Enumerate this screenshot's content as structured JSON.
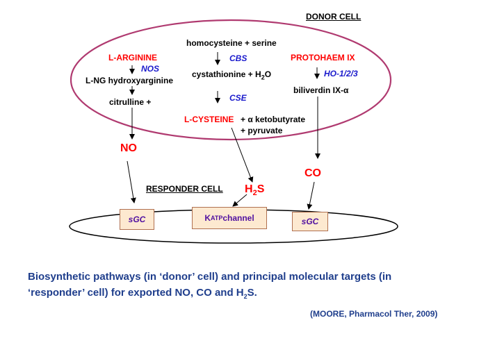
{
  "donor": {
    "title": "DONOR CELL",
    "l_arginine": "L-ARGININE",
    "nos": "NOS",
    "lng_hydroxy": "L-NG hydroxyarginine",
    "citrulline": "citrulline +",
    "homocysteine_serine": "homocysteine + serine",
    "cbs": "CBS",
    "cystathionine": "cystathionine + H",
    "cystathionine_sub": "2",
    "cystathionine_tail": "O",
    "cse": "CSE",
    "l_cysteine": "L-CYSTEINE",
    "ketobutyrate": "+  α ketobutyrate",
    "pyruvate": "+ pyruvate",
    "protohaem": "PROTOHAEM IX",
    "ho": "HO-1/2/3",
    "biliverdin": "biliverdin IX-α"
  },
  "gases": {
    "no": "NO",
    "co": "CO",
    "h2s_main": "H",
    "h2s_sub": "2",
    "h2s_tail": "S"
  },
  "responder": {
    "title": "RESPONDER CELL",
    "sgc_left": "sGC",
    "katp_main": "K",
    "katp_sub": "ATP",
    "katp_tail": " channel",
    "sgc_right": "sGC"
  },
  "caption": {
    "line1": "Biosynthetic pathways (in ‘donor’ cell) and principal molecular targets (in",
    "line2_pre": "‘responder’ cell) for exported NO, CO and H",
    "line2_sub": "2",
    "line2_post": "S.",
    "citation": "(MOORE, Pharmacol Ther, 2009)"
  },
  "colors": {
    "donor_border": "#b03a70",
    "chemical_red": "#ff0000",
    "enzyme_blue": "#1a1acc",
    "target_box_fill": "#fde9d0",
    "caption_blue": "#1f3e8c"
  }
}
